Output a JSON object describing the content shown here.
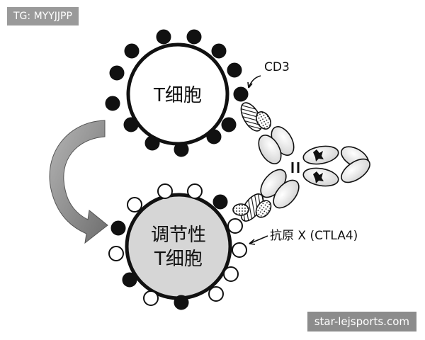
{
  "watermark_top": "TG: MYYJJPP",
  "watermark_bottom": "star-lejsports.com",
  "t_cell": {
    "label": "T细胞"
  },
  "treg_cell": {
    "line1": "调节性",
    "line2": "T细胞"
  },
  "labels": {
    "cd3": "CD3",
    "antigen_x": "抗原 X (CTLA4)"
  },
  "colors": {
    "ink": "#111111",
    "cell_fill": "#ffffff",
    "treg_fill": "#d6d6d6",
    "arrow": "#8a8a8a"
  }
}
